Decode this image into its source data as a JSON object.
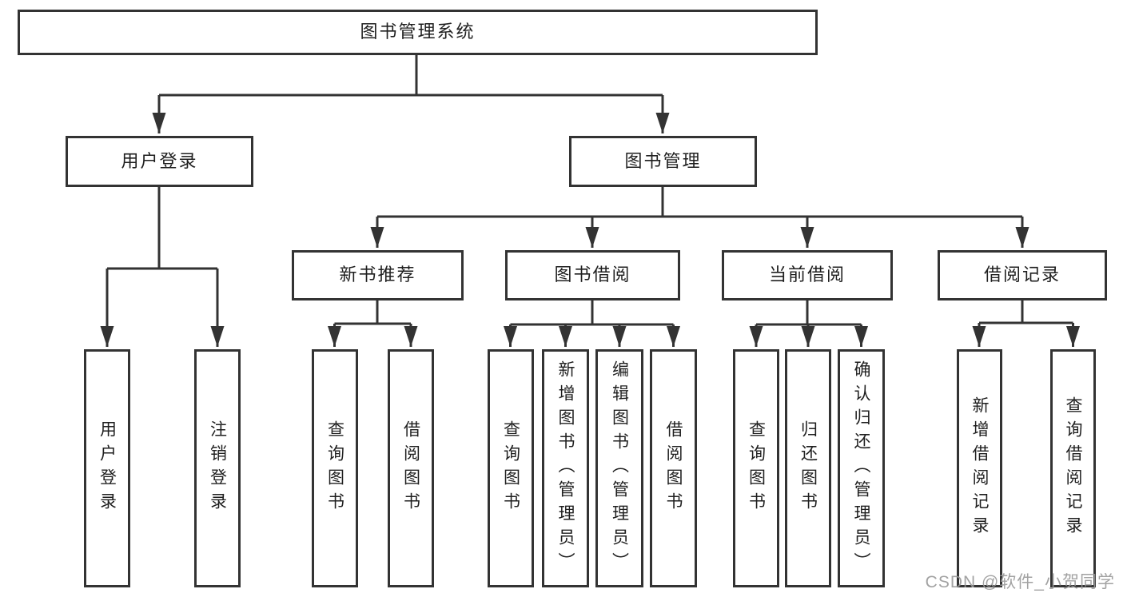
{
  "diagram": {
    "type": "hierarchy-tree",
    "title": "图书管理系统",
    "root": {
      "label": "图书管理系统"
    },
    "level2": [
      {
        "label": "用户登录"
      },
      {
        "label": "图书管理"
      }
    ],
    "level3": [
      {
        "label": "新书推荐",
        "parent": "图书管理"
      },
      {
        "label": "图书借阅",
        "parent": "图书管理"
      },
      {
        "label": "当前借阅",
        "parent": "图书管理"
      },
      {
        "label": "借阅记录",
        "parent": "图书管理"
      }
    ],
    "leaves": [
      {
        "label": "用户登录",
        "parent": "用户登录"
      },
      {
        "label": "注销登录",
        "parent": "用户登录"
      },
      {
        "label": "查询图书",
        "parent": "新书推荐"
      },
      {
        "label": "借阅图书",
        "parent": "新书推荐"
      },
      {
        "label": "查询图书",
        "parent": "图书借阅"
      },
      {
        "label": "新增图书（管理员）",
        "parent": "图书借阅"
      },
      {
        "label": "编辑图书（管理员）",
        "parent": "图书借阅"
      },
      {
        "label": "借阅图书",
        "parent": "图书借阅"
      },
      {
        "label": "查询图书",
        "parent": "当前借阅"
      },
      {
        "label": "归还图书",
        "parent": "当前借阅"
      },
      {
        "label": "确认归还（管理员）",
        "parent": "当前借阅"
      },
      {
        "label": "新增借阅记录",
        "parent": "借阅记录"
      },
      {
        "label": "查询借阅记录",
        "parent": "借阅记录"
      }
    ],
    "watermark": "CSDN @软件_小贺同学",
    "colors": {
      "line": "#333333",
      "text": "#1f1f1f",
      "background": "#ffffff",
      "watermark": "#999999"
    }
  }
}
